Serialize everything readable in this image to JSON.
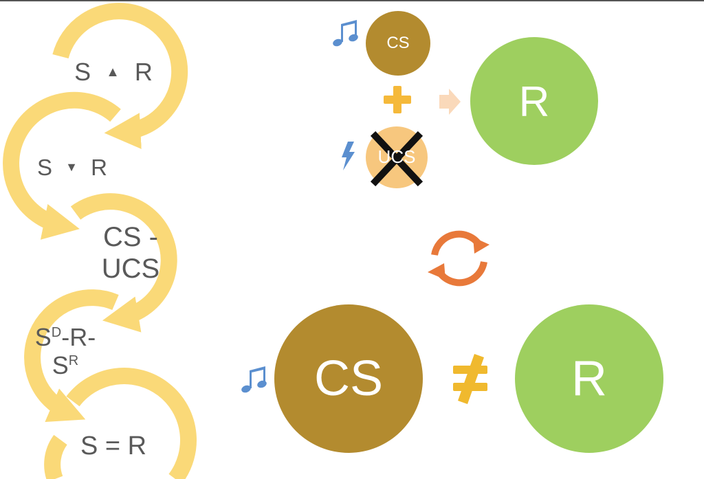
{
  "colors": {
    "arc": "#FAD978",
    "cs_circle": "#B38B2F",
    "r_circle": "#9ECF5F",
    "ucs_circle": "#F7C77E",
    "plus": "#F5B93A",
    "arrow": "#FAD9BA",
    "not_equal": "#F0B92E",
    "cycle": "#E8793A",
    "note": "#5B8FCF",
    "text": "#595959"
  },
  "steps": [
    {
      "left": "S",
      "symbol": "▲",
      "right": "R"
    },
    {
      "left": "S",
      "symbol": "▼",
      "right": "R"
    },
    {
      "line1": "CS -",
      "line2": "UCS"
    },
    {
      "s": "S",
      "sup_d": "D",
      "mid": "-R-",
      "sup_r": "R"
    },
    {
      "text": "S = R"
    }
  ],
  "top": {
    "cs_label": "CS",
    "ucs_label": "UCS",
    "r_label": "R",
    "icons": [
      "music-note-icon",
      "lightning-icon",
      "plus-icon",
      "arrow-right-icon",
      "cross-out-icon"
    ]
  },
  "middle": {
    "icon": "cycle-arrows-icon"
  },
  "bottom": {
    "cs_label": "CS",
    "r_label": "R",
    "icons": [
      "music-note-icon",
      "not-equal-icon"
    ]
  }
}
